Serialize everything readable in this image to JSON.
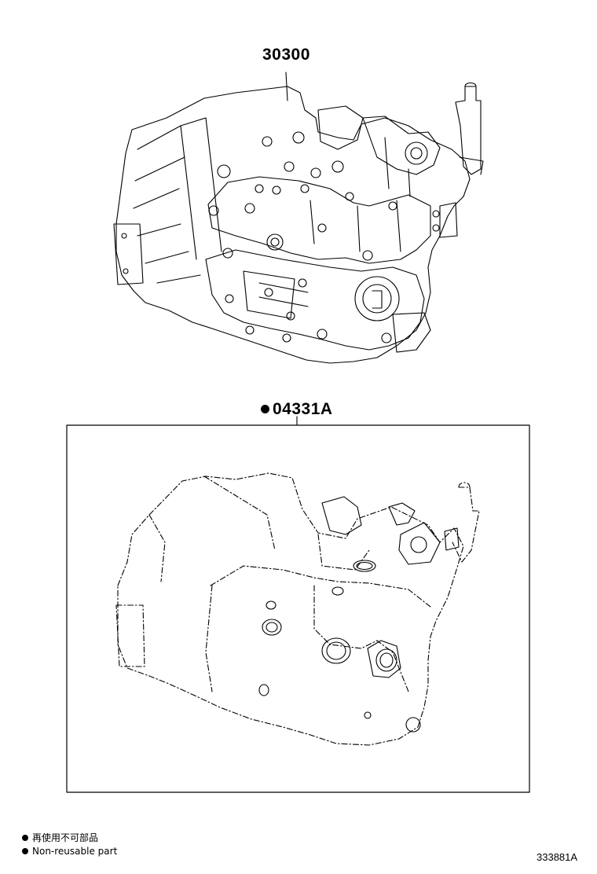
{
  "parts": {
    "upper": {
      "part_number": "30300"
    },
    "lower": {
      "part_number": "04331A",
      "marker": "non-reusable"
    }
  },
  "legend": {
    "line_ja": "再使用不可部品",
    "line_en": "Non-reusable part"
  },
  "figure_id": "333881A"
}
